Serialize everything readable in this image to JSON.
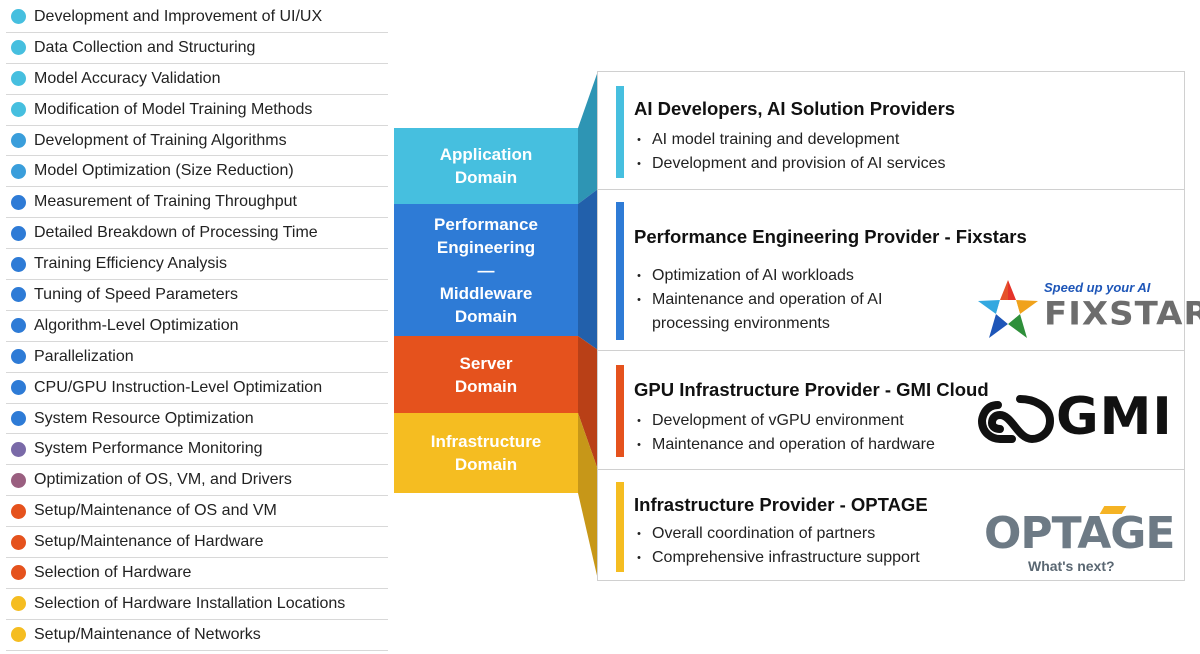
{
  "colors": {
    "application": "#46bfdf",
    "performance": "#2e7bd6",
    "server": "#e5521d",
    "infrastructure": "#f5bd21",
    "application_connector": "#2e95b4",
    "performance_connector": "#2260ab",
    "server_connector": "#b94017",
    "infrastructure_connector": "#c79718"
  },
  "tasks": [
    {
      "label": "Development and Improvement of UI/UX",
      "color": "#46bfdf"
    },
    {
      "label": "Data Collection and Structuring",
      "color": "#46bfdf"
    },
    {
      "label": "Model Accuracy Validation",
      "color": "#46bfdf"
    },
    {
      "label": "Modification of Model Training Methods",
      "color": "#46bfdf"
    },
    {
      "label": "Development of Training Algorithms",
      "color": "#3a9edb"
    },
    {
      "label": "Model Optimization (Size Reduction)",
      "color": "#3a9edb"
    },
    {
      "label": "Measurement of Training Throughput",
      "color": "#2e7bd6"
    },
    {
      "label": "Detailed Breakdown of Processing Time",
      "color": "#2e7bd6"
    },
    {
      "label": "Training Efficiency Analysis",
      "color": "#2e7bd6"
    },
    {
      "label": "Tuning of Speed Parameters",
      "color": "#2e7bd6"
    },
    {
      "label": "Algorithm-Level Optimization",
      "color": "#2e7bd6"
    },
    {
      "label": "Parallelization",
      "color": "#2e7bd6"
    },
    {
      "label": "CPU/GPU Instruction-Level Optimization",
      "color": "#2e7bd6"
    },
    {
      "label": "System Resource Optimization",
      "color": "#2e7bd6"
    },
    {
      "label": "System Performance Monitoring",
      "color": "#7a6aa8"
    },
    {
      "label": "Optimization of OS, VM, and Drivers",
      "color": "#9a5f80"
    },
    {
      "label": "Setup/Maintenance of OS and VM",
      "color": "#e5521d"
    },
    {
      "label": "Setup/Maintenance of Hardware",
      "color": "#e5521d"
    },
    {
      "label": "Selection of Hardware",
      "color": "#e5521d"
    },
    {
      "label": "Selection of Hardware Installation Locations",
      "color": "#f5bd21"
    },
    {
      "label": "Setup/Maintenance of Networks",
      "color": "#f5bd21"
    }
  ],
  "domains": {
    "application": {
      "line1": "Application",
      "line2": "Domain"
    },
    "performance": {
      "line1": "Performance",
      "line2": "Engineering",
      "sep": "—",
      "line3": "Middleware",
      "line4": "Domain"
    },
    "server": {
      "line1": "Server",
      "line2": "Domain"
    },
    "infrastructure": {
      "line1": "Infrastructure",
      "line2": "Domain"
    }
  },
  "providers": {
    "application": {
      "title": "AI Developers, AI Solution Providers",
      "bullets": [
        "AI model training and development",
        "Development and provision of AI services"
      ]
    },
    "performance": {
      "title": "Performance Engineering Provider - Fixstars",
      "bullets": [
        "Optimization of AI workloads",
        "Maintenance and operation of AI processing environments"
      ]
    },
    "server": {
      "title": "GPU Infrastructure Provider - GMI Cloud",
      "bullets": [
        "Development of vGPU environment",
        "Maintenance and operation of hardware"
      ]
    },
    "infrastructure": {
      "title": "Infrastructure Provider - OPTAGE",
      "bullets": [
        "Overall coordination of partners",
        "Comprehensive infrastructure support"
      ]
    }
  },
  "logos": {
    "fixstars": {
      "tagline": "Speed up your AI",
      "word": "FIXSTARS"
    },
    "gmi": {
      "word": "GMI"
    },
    "optage": {
      "word": "OPTAGE",
      "tagline": "What's next?"
    }
  }
}
